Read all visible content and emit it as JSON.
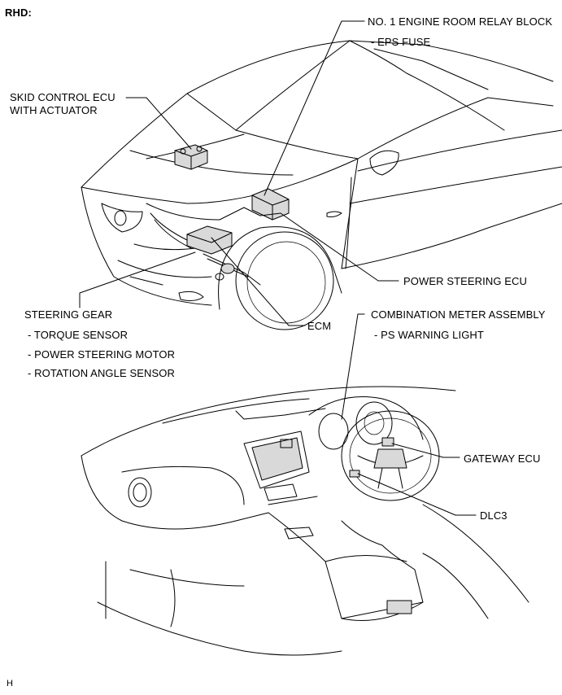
{
  "header": {
    "region": "RHD:"
  },
  "footer": {
    "mark": "H"
  },
  "labels": {
    "relay_block": "NO. 1 ENGINE ROOM RELAY BLOCK",
    "eps_fuse": "- EPS FUSE",
    "skid_ecu_line1": "SKID CONTROL ECU",
    "skid_ecu_line2": "WITH ACTUATOR",
    "power_steering_ecu": "POWER STEERING ECU",
    "steering_gear": "STEERING GEAR",
    "torque_sensor": "- TORQUE SENSOR",
    "ps_motor": "- POWER STEERING MOTOR",
    "rotation_sensor": "- ROTATION ANGLE SENSOR",
    "ecm": "ECM",
    "combination_meter": "COMBINATION METER ASSEMBLY",
    "ps_warning_light": "- PS WARNING LIGHT",
    "gateway_ecu": "GATEWAY ECU",
    "dlc3": "DLC3"
  }
}
